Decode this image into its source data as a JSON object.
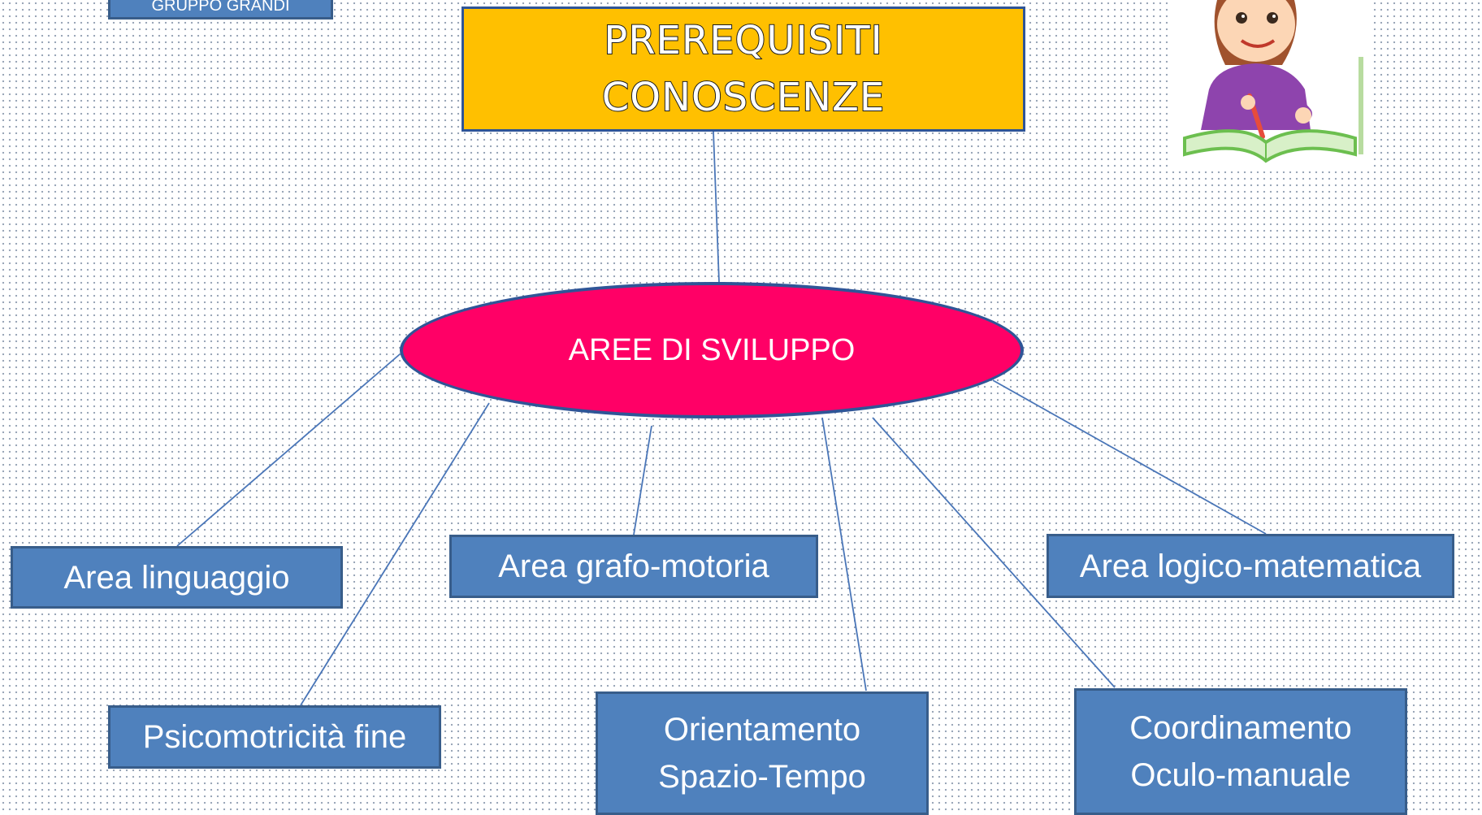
{
  "header_label": "GRUPPO GRANDI",
  "title": {
    "line1": "PREREQUISITI",
    "line2": "CONOSCENZE"
  },
  "center": {
    "label": "AREE DI SVILUPPO"
  },
  "areas": {
    "linguaggio": "Area linguaggio",
    "grafo_motoria": "Area grafo-motoria",
    "logico_matematica": "Area logico-matematica",
    "psicomotricita": "Psicomotricità fine",
    "orientamento_line1": "Orientamento",
    "orientamento_line2": "Spazio-Tempo",
    "coordinamento_line1": "Coordinamento",
    "coordinamento_line2": "Oculo-manuale"
  },
  "illustration": {
    "icon": "girl-writing-icon"
  },
  "colors": {
    "title_fill": "#ffc000",
    "center_fill": "#ff0066",
    "box_fill": "#4f81bd",
    "border": "#2f5597"
  }
}
